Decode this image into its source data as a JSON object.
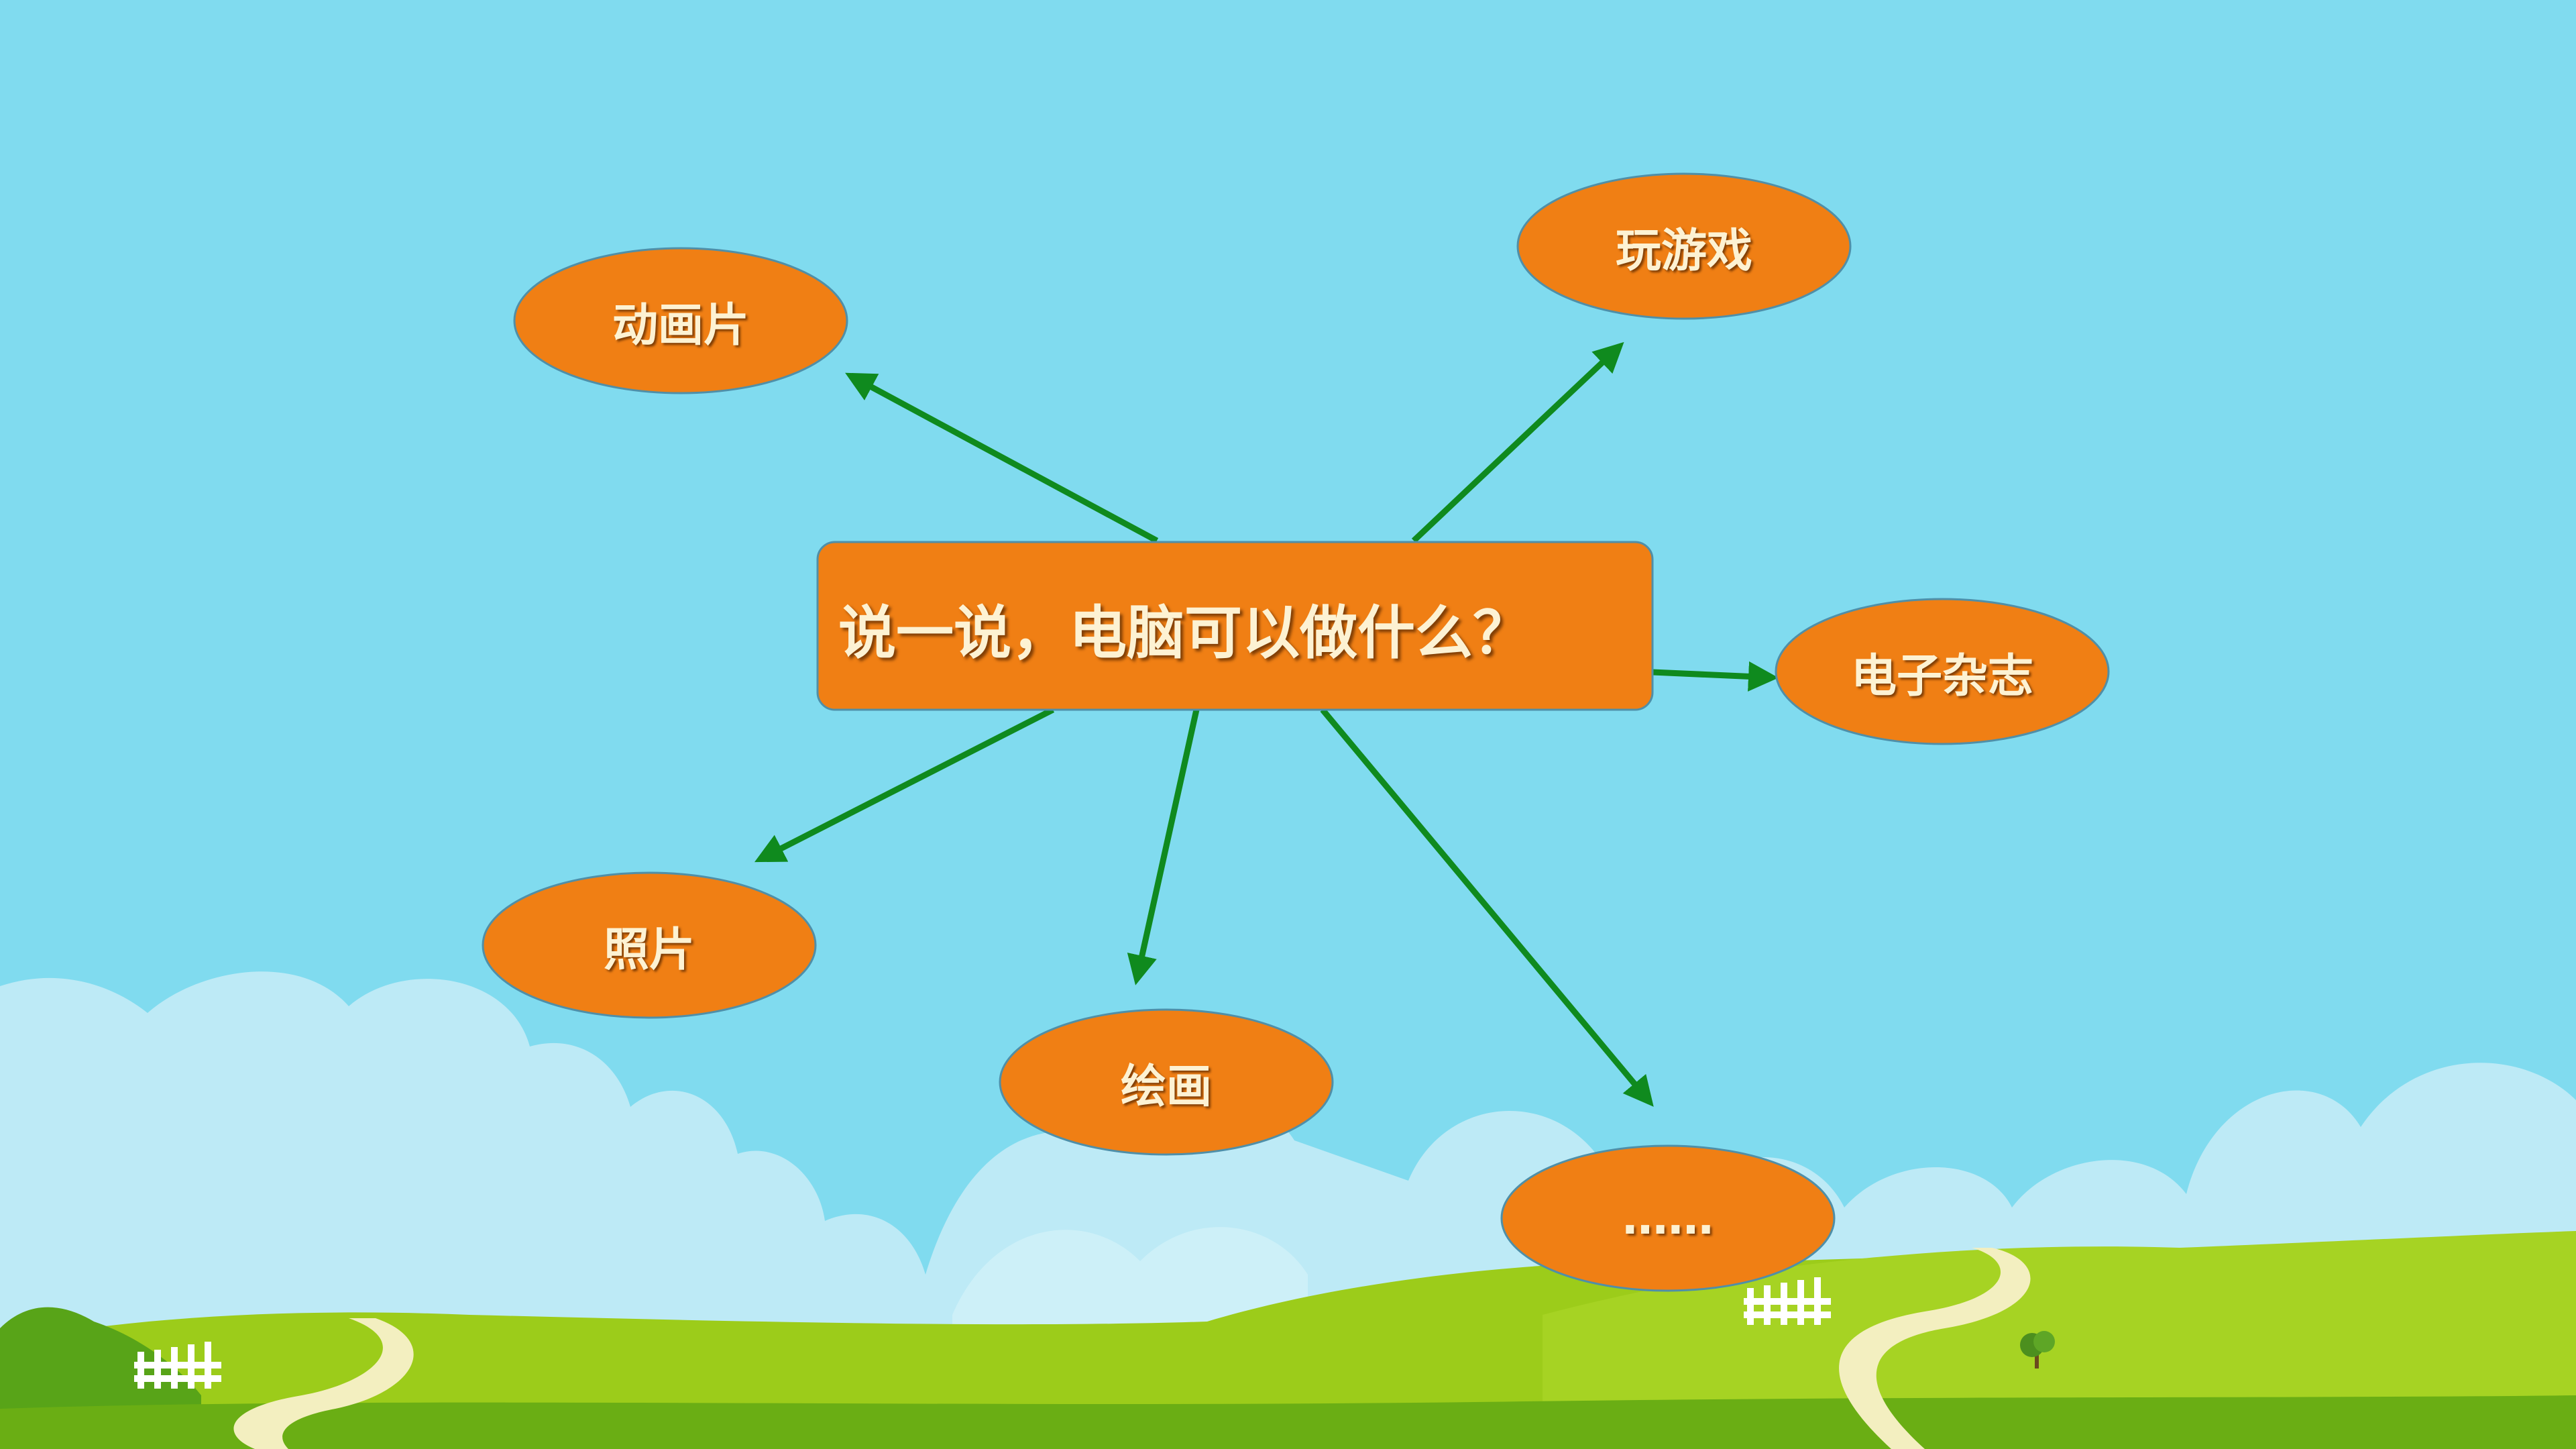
{
  "diagram": {
    "central_topic": "说一说，电脑可以做什么？",
    "nodes": [
      {
        "id": "cartoon",
        "label": "动画片"
      },
      {
        "id": "games",
        "label": "玩游戏"
      },
      {
        "id": "ezine",
        "label": "电子杂志"
      },
      {
        "id": "photos",
        "label": "照片"
      },
      {
        "id": "drawing",
        "label": "绘画"
      },
      {
        "id": "more",
        "label": "……"
      }
    ]
  },
  "colors": {
    "sky": "#80dbef",
    "node_fill": "#f07f14",
    "node_border": "#4f8fa8",
    "arrow": "#0f8a1e",
    "label_text": "#fdf2d3",
    "cloud": "#bdeaf6",
    "grass_light": "#9ccc1a",
    "grass_dark": "#6aae14",
    "path": "#f3efc0"
  }
}
